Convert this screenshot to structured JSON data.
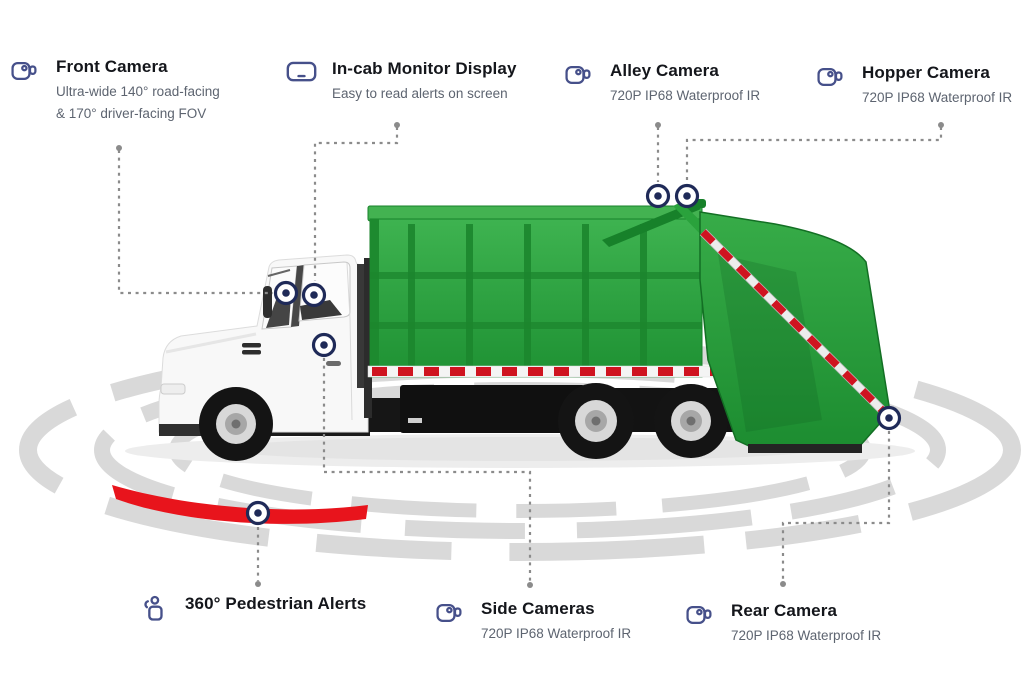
{
  "colors": {
    "navy": "#1f2a58",
    "icon_indigo": "#46508a",
    "title": "#14161b",
    "subtitle": "#5d6470",
    "leader": "#8b8b8b",
    "arc": "#d9d9d9",
    "red": "#e8141c",
    "green": "#2aa23c",
    "green_dark": "#17812a",
    "green_light": "#43b251"
  },
  "callouts": {
    "top": [
      {
        "id": "front-camera",
        "icon": "video-camera-icon",
        "title": "Front Camera",
        "lines": [
          "Ultra-wide 140° road-facing",
          "& 170° driver-facing FOV"
        ]
      },
      {
        "id": "incab-monitor-display",
        "icon": "monitor-icon",
        "title": "In-cab Monitor Display",
        "lines": [
          "Easy to read alerts on screen"
        ]
      },
      {
        "id": "alley-camera",
        "icon": "video-camera-icon",
        "title": "Alley Camera",
        "lines": [
          "720P IP68 Waterproof IR"
        ]
      },
      {
        "id": "hopper-camera",
        "icon": "video-camera-icon",
        "title": "Hopper Camera",
        "lines": [
          "720P IP68 Waterproof IR"
        ]
      }
    ],
    "bottom": [
      {
        "id": "pedestrian-alerts",
        "icon": "pedestrian-icon",
        "title": "360° Pedestrian Alerts",
        "lines": []
      },
      {
        "id": "side-cameras",
        "icon": "video-camera-icon",
        "title": "Side Cameras",
        "lines": [
          "720P IP68 Waterproof IR"
        ]
      },
      {
        "id": "rear-camera",
        "icon": "video-camera-icon",
        "title": "Rear Camera",
        "lines": [
          "720P IP68 Waterproof IR"
        ]
      }
    ]
  }
}
